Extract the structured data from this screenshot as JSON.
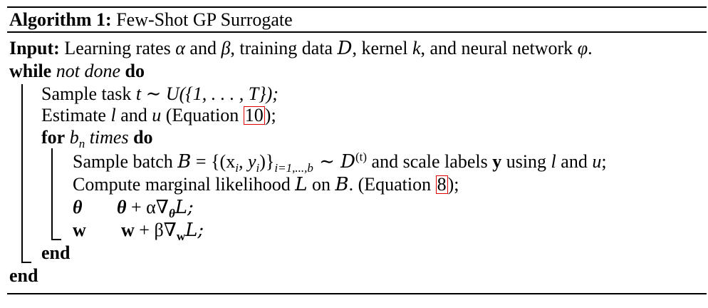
{
  "header": {
    "label": "Algorithm 1:",
    "title": "Few-Shot GP Surrogate"
  },
  "input": {
    "keyword": "Input:",
    "t1": "Learning rates ",
    "alpha": "α",
    "t2": " and ",
    "beta": "β",
    "t3": ", training data ",
    "D": "D",
    "t4": ", kernel ",
    "k": "k",
    "t5": ", and neural network ",
    "phi": "φ",
    "t6": "."
  },
  "while": {
    "keyword": "while",
    "cond": "not done",
    "do": "do"
  },
  "sample_task": {
    "t1": "Sample task ",
    "expr": "t ∼ U({1, . . . , T});"
  },
  "estimate": {
    "t1": "Estimate ",
    "l": "l",
    "t2": " and ",
    "u": "u",
    "t3": " (Equation ",
    "ref": "10",
    "t4": ");"
  },
  "for": {
    "keyword": "for",
    "var": "b",
    "var_sub": "n",
    "times": "times",
    "do": "do"
  },
  "batch": {
    "t1": "Sample batch ",
    "B": "B",
    "set": " = {(x",
    "sub_i": "i",
    "comma": ", y",
    "sub_i2": "i",
    "close": ")}",
    "range": "i=1,...,b",
    "sim": " ∼ D",
    "sup": "(t)",
    "t2": " and scale labels ",
    "y": "y",
    "t3": " using ",
    "l": "l",
    "t4": " and ",
    "u": "u",
    "t5": ";"
  },
  "compute": {
    "t1": "Compute marginal likelihood ",
    "L": "L",
    "t2": " on ",
    "B": "B",
    "t3": ". (Equation ",
    "ref": "8",
    "t4": ");"
  },
  "theta_update": {
    "lhs": "θ",
    "rhs1": "θ",
    "rhs2": " + α∇",
    "sub": "θ",
    "rhs3": "L;"
  },
  "w_update": {
    "lhs": "w",
    "rhs1": "w",
    "rhs2": " + β∇",
    "sub": "w",
    "rhs3": "L;"
  },
  "end_for": "end",
  "end_while": "end"
}
